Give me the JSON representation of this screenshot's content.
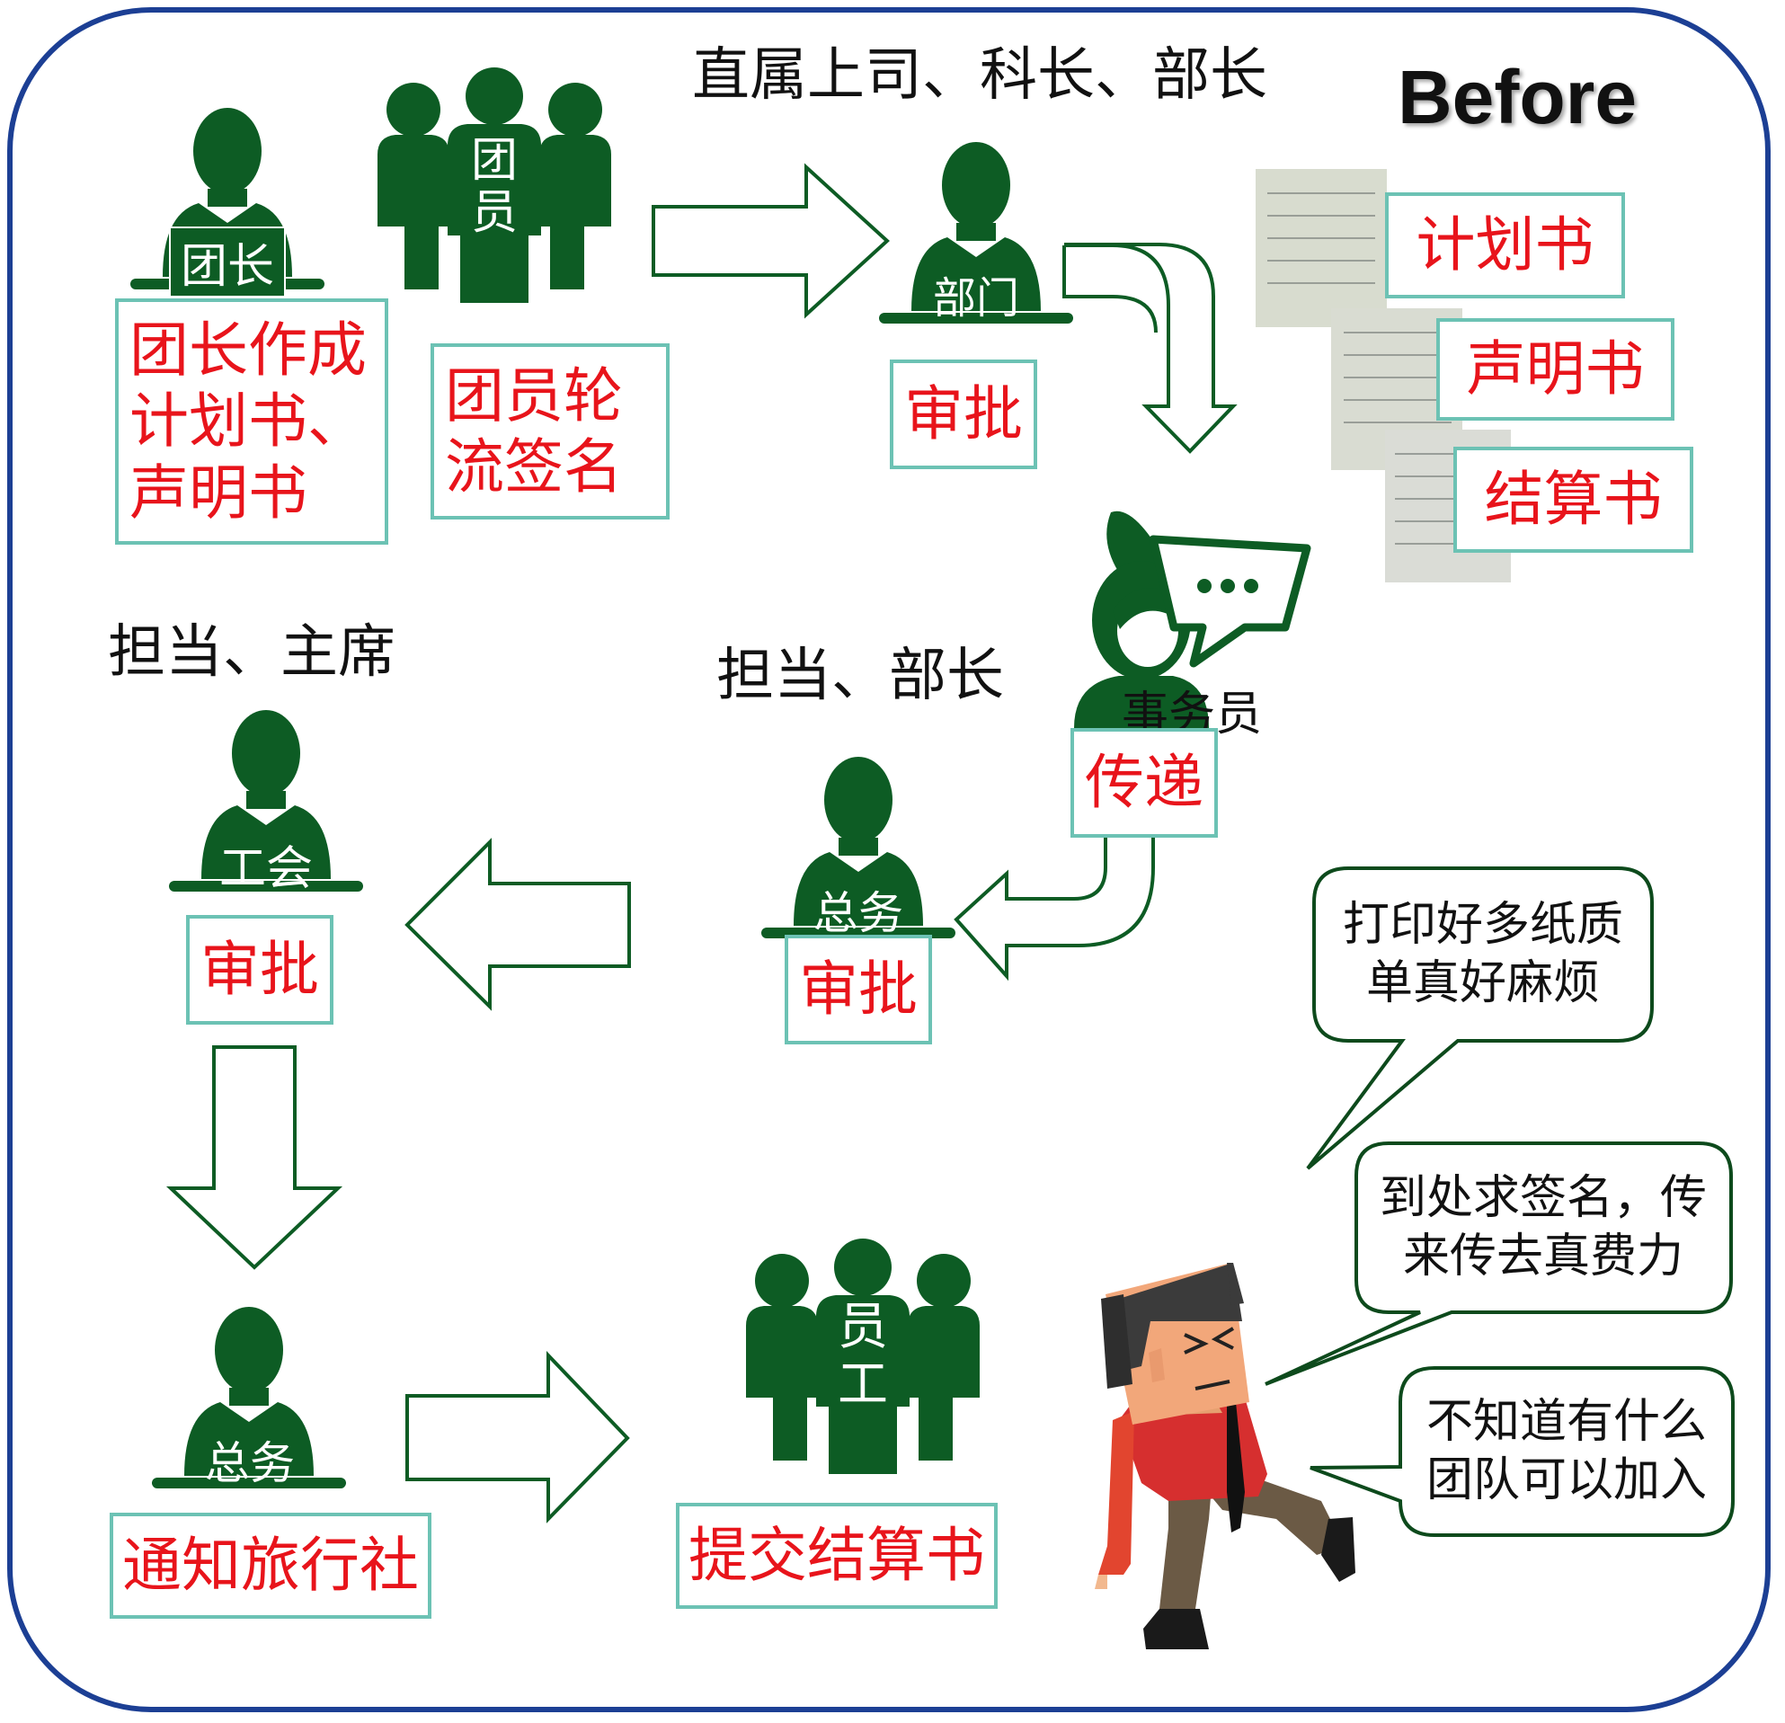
{
  "badge": "Before",
  "headers": {
    "boss": "直属上司、科长、部长",
    "union_side": "担当、主席",
    "ga_side": "担当、部长"
  },
  "people": {
    "leader": "团长",
    "members_vertical": "团员",
    "dept": "部门",
    "clerk": "事务员",
    "ga_top": "总务",
    "union": "工会",
    "ga_bottom": "总务",
    "staff_vertical": "员工"
  },
  "labels": {
    "leader_action": "团长作成\n计划书、\n声明书",
    "members_action": "团员轮\n流签名",
    "dept_action": "审批",
    "clerk_action": "传递",
    "ga_action": "审批",
    "union_action": "审批",
    "notify": "通知旅行社",
    "submit": "提交结算书"
  },
  "documents": [
    "计划书",
    "声明书",
    "结算书"
  ],
  "bubbles": {
    "b1": "打印好多纸质\n单真好麻烦",
    "b2": "到处求签名，传\n来传去真费力",
    "b3": "不知道有什么\n团队可以加入"
  },
  "colors": {
    "figure": "#0d5c24",
    "label_text": "#e8141b",
    "label_border": "#6cc2b4",
    "frame": "#1c3f94",
    "arrow": "#0d5c24"
  }
}
